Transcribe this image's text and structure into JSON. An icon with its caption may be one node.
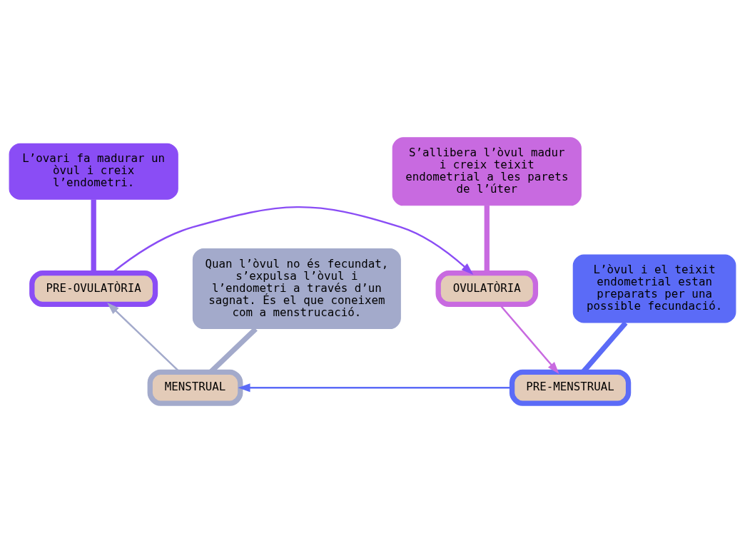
{
  "diagram": {
    "nodes": [
      {
        "text": [
          "L’ovari fa madurar un òvul i creix l’endometri."
        ]
      },
      {
        "text": [
          "S’allibera l’òvul madur i creix teixit endometrial a les parets de l’úter"
        ]
      },
      {
        "text": [
          "Quan l’òvul no és fecundat, s’expulsa l’òvul i l’endometri a través d’un sagnat. És el que coneixem com a menstrucació."
        ]
      },
      {
        "text": [
          "L’òvul i el teixit endometrial estan preparats per una possible fecundació."
        ]
      },
      {
        "text": [
          "PRE-OVULATÒRIA"
        ]
      },
      {
        "text": [
          "OVULATÒRIA"
        ]
      },
      {
        "text": [
          "MENSTRUAL"
        ]
      },
      {
        "text": [
          "PRE-MENSTRUAL"
        ]
      }
    ],
    "edges": [
      {
        "from": 4,
        "to": 5,
        "arrow": "to",
        "color": "#8a4df5"
      },
      {
        "from": 5,
        "to": 7,
        "arrow": "to",
        "color": "#c86ae0"
      },
      {
        "from": 7,
        "to": 6,
        "arrow": "to",
        "color": "#5b6bf7"
      },
      {
        "from": 6,
        "to": 4,
        "arrow": "to",
        "color": "#a3aacb"
      },
      {
        "from": 0,
        "to": 4,
        "arrow": "none",
        "style": "thick",
        "color": "#8a4df5"
      },
      {
        "from": 1,
        "to": 5,
        "arrow": "none",
        "style": "thick",
        "color": "#c86ae0"
      },
      {
        "from": 2,
        "to": 6,
        "arrow": "none",
        "style": "thick",
        "color": "#a3aacb"
      },
      {
        "from": 3,
        "to": 7,
        "arrow": "none",
        "style": "thick",
        "color": "#5b6bf7"
      }
    ]
  }
}
